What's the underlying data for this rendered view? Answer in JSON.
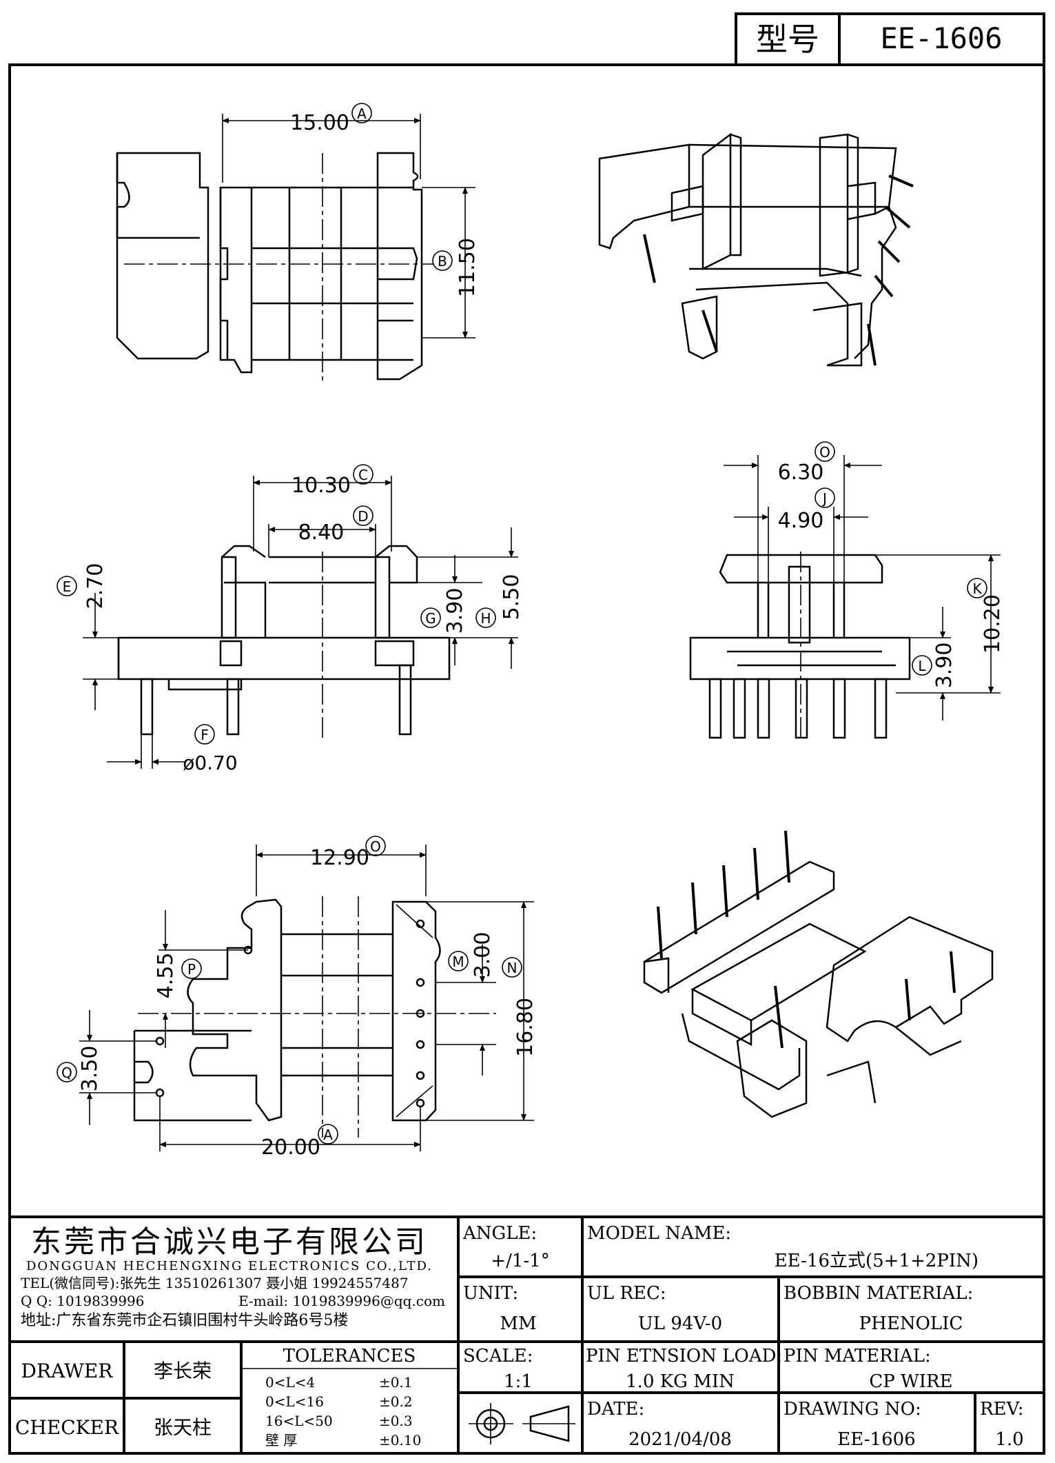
{
  "header": {
    "model_label": "型号",
    "model_value": "EE-1606"
  },
  "dimensions": {
    "A": {
      "letter": "A",
      "value": "15.00"
    },
    "B": {
      "letter": "B",
      "value": "11.50"
    },
    "C": {
      "letter": "C",
      "value": "10.30"
    },
    "D": {
      "letter": "D",
      "value": "8.40"
    },
    "E": {
      "letter": "E",
      "value": "2.70"
    },
    "F": {
      "letter": "F",
      "value": "ø0.70"
    },
    "G": {
      "letter": "G",
      "value": "3.90"
    },
    "H": {
      "letter": "H",
      "value": "5.50"
    },
    "O1": {
      "letter": "O",
      "value": "6.30"
    },
    "J": {
      "letter": "J",
      "value": "4.90"
    },
    "K": {
      "letter": "K",
      "value": "10.20"
    },
    "L": {
      "letter": "L",
      "value": "3.90"
    },
    "O2": {
      "letter": "O",
      "value": "12.90"
    },
    "P": {
      "letter": "P",
      "value": "4.55"
    },
    "M": {
      "letter": "M",
      "value": "3.00"
    },
    "N": {
      "letter": "N",
      "value": "16.80"
    },
    "Q": {
      "letter": "Q",
      "value": "3.50"
    },
    "A2": {
      "letter": "A",
      "value": "20.00"
    }
  },
  "title_block": {
    "company_cn": "东莞市合诚兴电子有限公司",
    "company_en": "DONGGUAN HECHENGXING ELECTRONICS CO.,LTD.",
    "tel": "TEL(微信同号):张先生 13510261307 聂小姐 19924557487",
    "qq": "Q Q: 1019839996",
    "email": "E-mail: 1019839996@qq.com",
    "address": "地址:广东省东莞市企石镇旧围村牛头岭路6号5楼",
    "angle_label": "ANGLE:",
    "angle_value": "+/1-1°",
    "model_name_label": "MODEL NAME:",
    "model_name_value": "EE-16立式(5+1+2PIN)",
    "unit_label": "UNIT:",
    "unit_value": "MM",
    "ul_label": "UL REC:",
    "ul_value": "UL 94V-0",
    "bobbin_label": "BOBBIN MATERIAL:",
    "bobbin_value": "PHENOLIC",
    "drawer_label": "DRAWER",
    "drawer_value": "李长荣",
    "checker_label": "CHECKER",
    "checker_value": "张天柱",
    "tolerances_label": "TOLERANCES",
    "tolerances": [
      {
        "range": "0<L<4",
        "tol": "±0.1"
      },
      {
        "range": "0<L<16",
        "tol": "±0.2"
      },
      {
        "range": "16<L<50",
        "tol": "±0.3"
      },
      {
        "range": "壁  厚",
        "tol": "±0.10"
      }
    ],
    "scale_label": "SCALE:",
    "scale_value": "1:1",
    "pin_load_label": "PIN ETNSION LOAD:",
    "pin_load_value": "1.0 KG MIN",
    "pin_material_label": "PIN MATERIAL:",
    "pin_material_value": "CP WIRE",
    "date_label": "DATE:",
    "date_value": "2021/04/08",
    "drawing_no_label": "DRAWING NO:",
    "drawing_no_value": "EE-1606",
    "rev_label": "REV:",
    "rev_value": "1.0"
  }
}
